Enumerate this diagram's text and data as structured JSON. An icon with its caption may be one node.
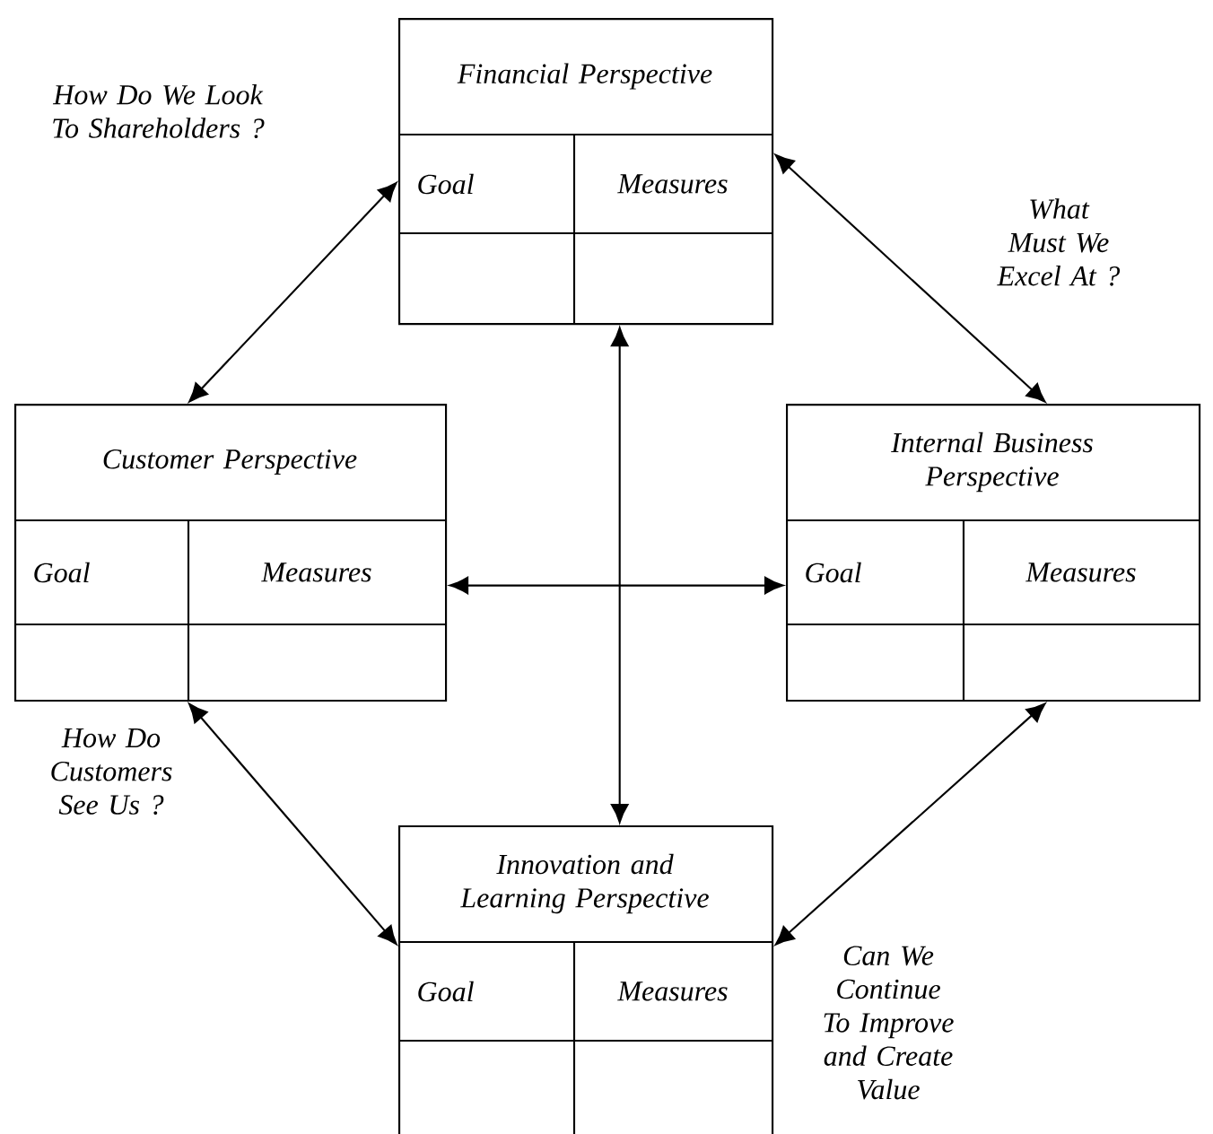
{
  "diagram": {
    "nodes": [
      {
        "text": [
          "Financial Perspective"
        ]
      },
      {
        "text": [
          "Goal"
        ],
        "in": 0
      },
      {
        "text": [
          "Measures"
        ],
        "in": 0
      },
      {
        "text": [
          "Customer Perspective"
        ]
      },
      {
        "text": [
          "Goal"
        ],
        "in": 3
      },
      {
        "text": [
          "Measures"
        ],
        "in": 3
      },
      {
        "text": [
          "Internal Business Perspective"
        ]
      },
      {
        "text": [
          "Goal"
        ],
        "in": 6
      },
      {
        "text": [
          "Measures"
        ],
        "in": 6
      },
      {
        "text": [
          "Innovation and Learning Perspective"
        ]
      },
      {
        "text": [
          "Goal"
        ],
        "in": 9
      },
      {
        "text": [
          "Measures"
        ],
        "in": 9
      }
    ],
    "edges": [
      {
        "from": 0,
        "to": 3,
        "arrow": "both",
        "label": "How Do We Look To Shareholders ?"
      },
      {
        "from": 0,
        "to": 6,
        "arrow": "both",
        "label": "What Must We Excel At ?"
      },
      {
        "from": 0,
        "to": 9,
        "arrow": "both"
      },
      {
        "from": 3,
        "to": 6,
        "arrow": "both"
      },
      {
        "from": 3,
        "to": 9,
        "arrow": "both",
        "label": "How Do Customers See Us ?"
      },
      {
        "from": 6,
        "to": 9,
        "arrow": "both",
        "label": "Can We Continue To Improve and Create Value"
      }
    ]
  }
}
